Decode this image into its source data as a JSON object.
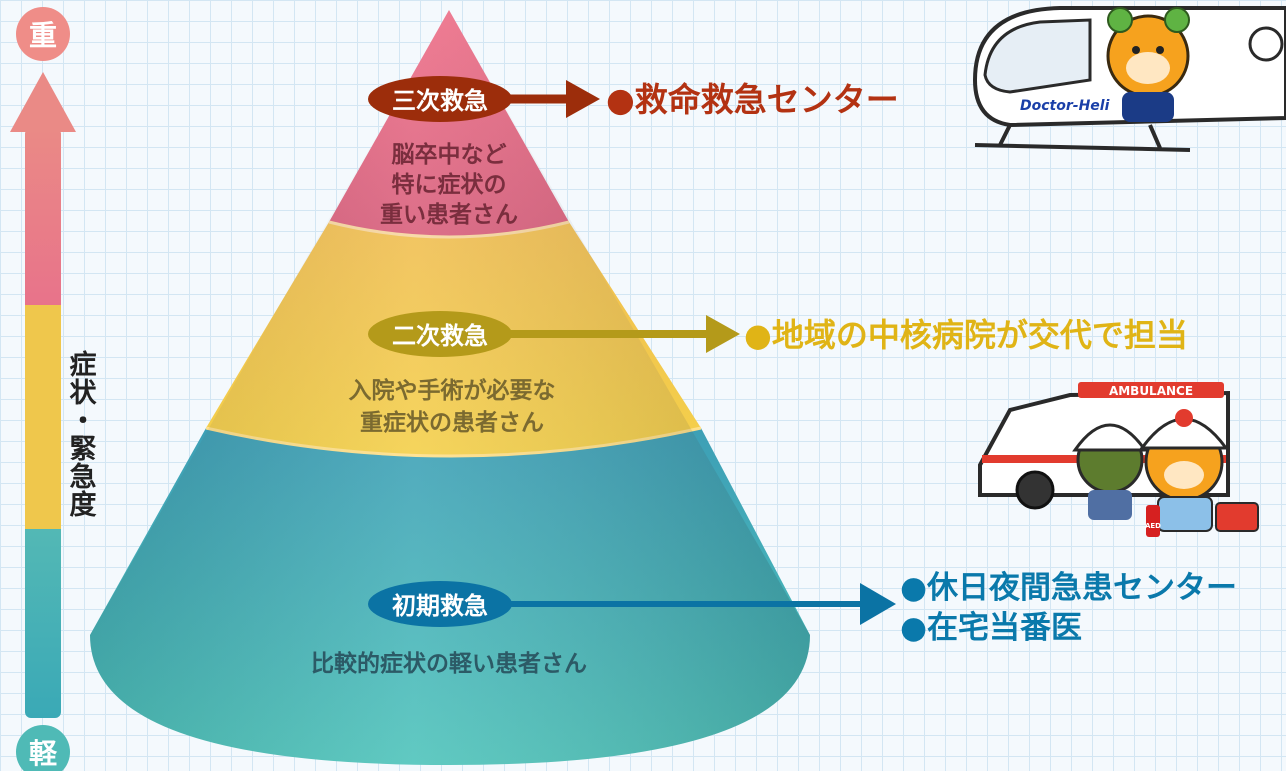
{
  "severity_axis": {
    "top_label": "重",
    "bottom_label": "軽",
    "axis_title": "症状・緊急度",
    "colors": {
      "top": "#e87b82",
      "middle": "#ecc24a",
      "bottom": "#4fb9b7"
    }
  },
  "levels": [
    {
      "badge": "三次救急",
      "patients": [
        "脳卒中など",
        "特に症状の",
        "重い患者さん"
      ],
      "destinations": [
        "●救命救急センター"
      ],
      "color": "#d85a78",
      "badge_color": "#9c2d0b",
      "dest_color": "#b33212"
    },
    {
      "badge": "二次救急",
      "patients": [
        "入院や手術が必要な",
        "重症状の患者さん"
      ],
      "destinations": [
        "●地域の中核病院が交代で担当"
      ],
      "color": "#f2c24a",
      "badge_color": "#b49a1a",
      "dest_color": "#e0b416"
    },
    {
      "badge": "初期救急",
      "patients": [
        "比較的症状の軽い患者さん"
      ],
      "destinations": [
        "●休日夜間急患センター",
        "●在宅当番医"
      ],
      "color": "#45b4b4",
      "badge_color": "#0b73a4",
      "dest_color": "#0a79ab"
    }
  ],
  "illustrations": {
    "helicopter_text": "Doctor-Heli",
    "ambulance_text": "AMBULANCE",
    "aed_text": "AED",
    "mascot_icon": "mikan-mascot-icon"
  }
}
